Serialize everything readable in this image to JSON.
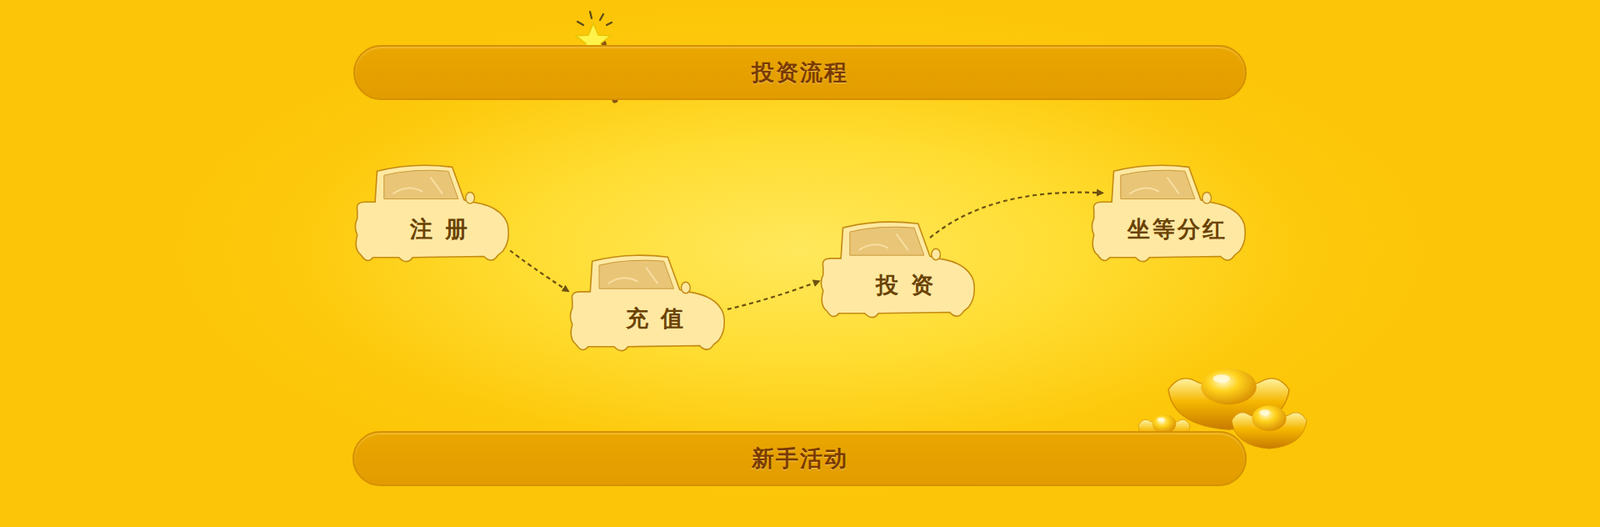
{
  "diagram": {
    "nodes": [
      {
        "text": [
          "投资流程"
        ]
      },
      {
        "text": [
          "注 册"
        ]
      },
      {
        "text": [
          "充 值"
        ]
      },
      {
        "text": [
          "投 资"
        ]
      },
      {
        "text": [
          "坐等分红"
        ]
      },
      {
        "text": [
          "新手活动"
        ]
      }
    ],
    "edges": [
      {
        "from": 1,
        "to": 2,
        "arrow": "to"
      },
      {
        "from": 2,
        "to": 3,
        "arrow": "to"
      },
      {
        "from": 3,
        "to": 4,
        "arrow": "to"
      }
    ]
  }
}
